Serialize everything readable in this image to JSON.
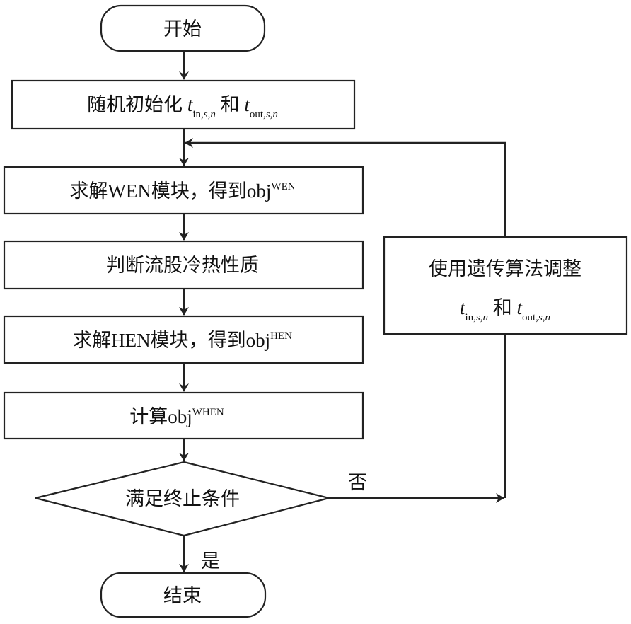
{
  "nodes": {
    "start": {
      "label": "开始"
    },
    "init": {
      "label": "随机初始化",
      "var1": "t",
      "var1_sub_a": "in,",
      "var1_sub_b": "s",
      "var1_sub_c": ",",
      "var1_sub_d": "n",
      "and": "和",
      "var2": "t",
      "var2_sub_a": "out,",
      "var2_sub_b": "s",
      "var2_sub_c": ",",
      "var2_sub_d": "n"
    },
    "wen": {
      "label": "求解WEN模块，得到obj",
      "sup": "WEN"
    },
    "judge": {
      "label": "判断流股冷热性质"
    },
    "hen": {
      "label": "求解HEN模块，得到obj",
      "sup": "HEN"
    },
    "when": {
      "label": "计算obj",
      "sup": "WHEN"
    },
    "decision": {
      "label": "满足终止条件"
    },
    "ga": {
      "line1": "使用遗传算法调整",
      "var1": "t",
      "var1_sub_a": "in,",
      "var1_sub_b": "s",
      "var1_sub_c": ",",
      "var1_sub_d": "n",
      "and": "和",
      "var2": "t",
      "var2_sub_a": "out,",
      "var2_sub_b": "s",
      "var2_sub_c": ",",
      "var2_sub_d": "n"
    },
    "end": {
      "label": "结束"
    }
  },
  "edges": {
    "no_label": "否",
    "yes_label": "是"
  },
  "colors": {
    "stroke": "#222222",
    "background": "#ffffff"
  }
}
